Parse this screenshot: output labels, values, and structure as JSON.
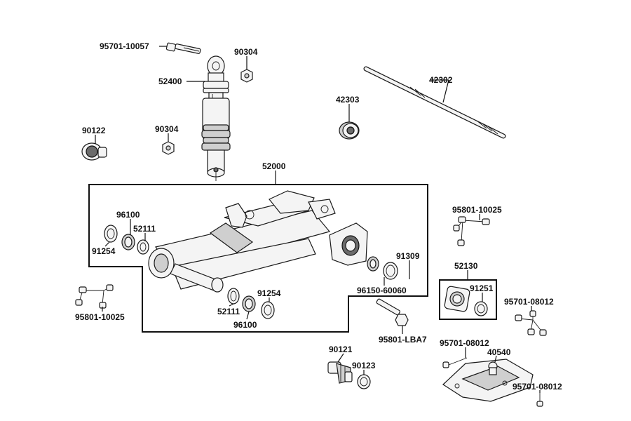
{
  "labels": {
    "bolt_95701_10057": "95701-10057",
    "nut_90304_top": "90304",
    "shock_52400": "52400",
    "axle_42302": "42302",
    "bearing_42303": "42303",
    "cap_90122": "90122",
    "nut_90304_mid": "90304",
    "swingarm_52000": "52000",
    "ring_96100_left": "96100",
    "ring_52111_left": "52111",
    "ring_91254_left": "91254",
    "bolts_95801_10025_right": "95801-10025",
    "bearing_91309": "91309",
    "bearing_96150_60060": "96150-60060",
    "bolt_95801_LBA7": "95801-LBA7",
    "bolts_95801_10025_left": "95801-10025",
    "ring_52111_bottom": "52111",
    "ring_91254_bottom": "91254",
    "ring_96100_bottom": "96100",
    "plate_52130": "52130",
    "seal_91251": "91251",
    "bolts_95701_08012_right": "95701-08012",
    "bolt_95701_08012_mid": "95701-08012",
    "guard_40540": "40540",
    "boot_90121": "90121",
    "clamp_90123": "90123",
    "bolt_95701_08012_bottom": "95701-08012"
  }
}
